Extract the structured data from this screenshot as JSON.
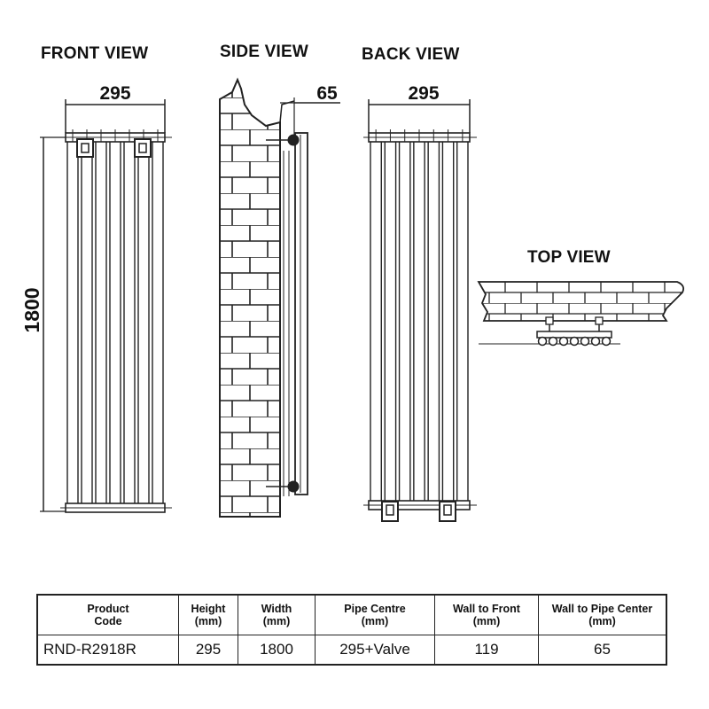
{
  "views": {
    "front": {
      "title": "FRONT VIEW",
      "width": "295",
      "height": "1800"
    },
    "side": {
      "title": "SIDE VIEW",
      "depth": "65"
    },
    "back": {
      "title": "BACK VIEW",
      "width": "295"
    },
    "top": {
      "title": "TOP VIEW"
    }
  },
  "table": {
    "headers": [
      {
        "line1": "Product",
        "line2": "Code"
      },
      {
        "line1": "Height",
        "line2": "(mm)"
      },
      {
        "line1": "Width",
        "line2": "(mm)"
      },
      {
        "line1": "Pipe Centre",
        "line2": "(mm)"
      },
      {
        "line1": "Wall to Front",
        "line2": "(mm)"
      },
      {
        "line1": "Wall to Pipe Center",
        "line2": "(mm)"
      }
    ],
    "row": [
      "RND-R2918R",
      "295",
      "1800",
      "295+Valve",
      "119",
      "65"
    ]
  }
}
